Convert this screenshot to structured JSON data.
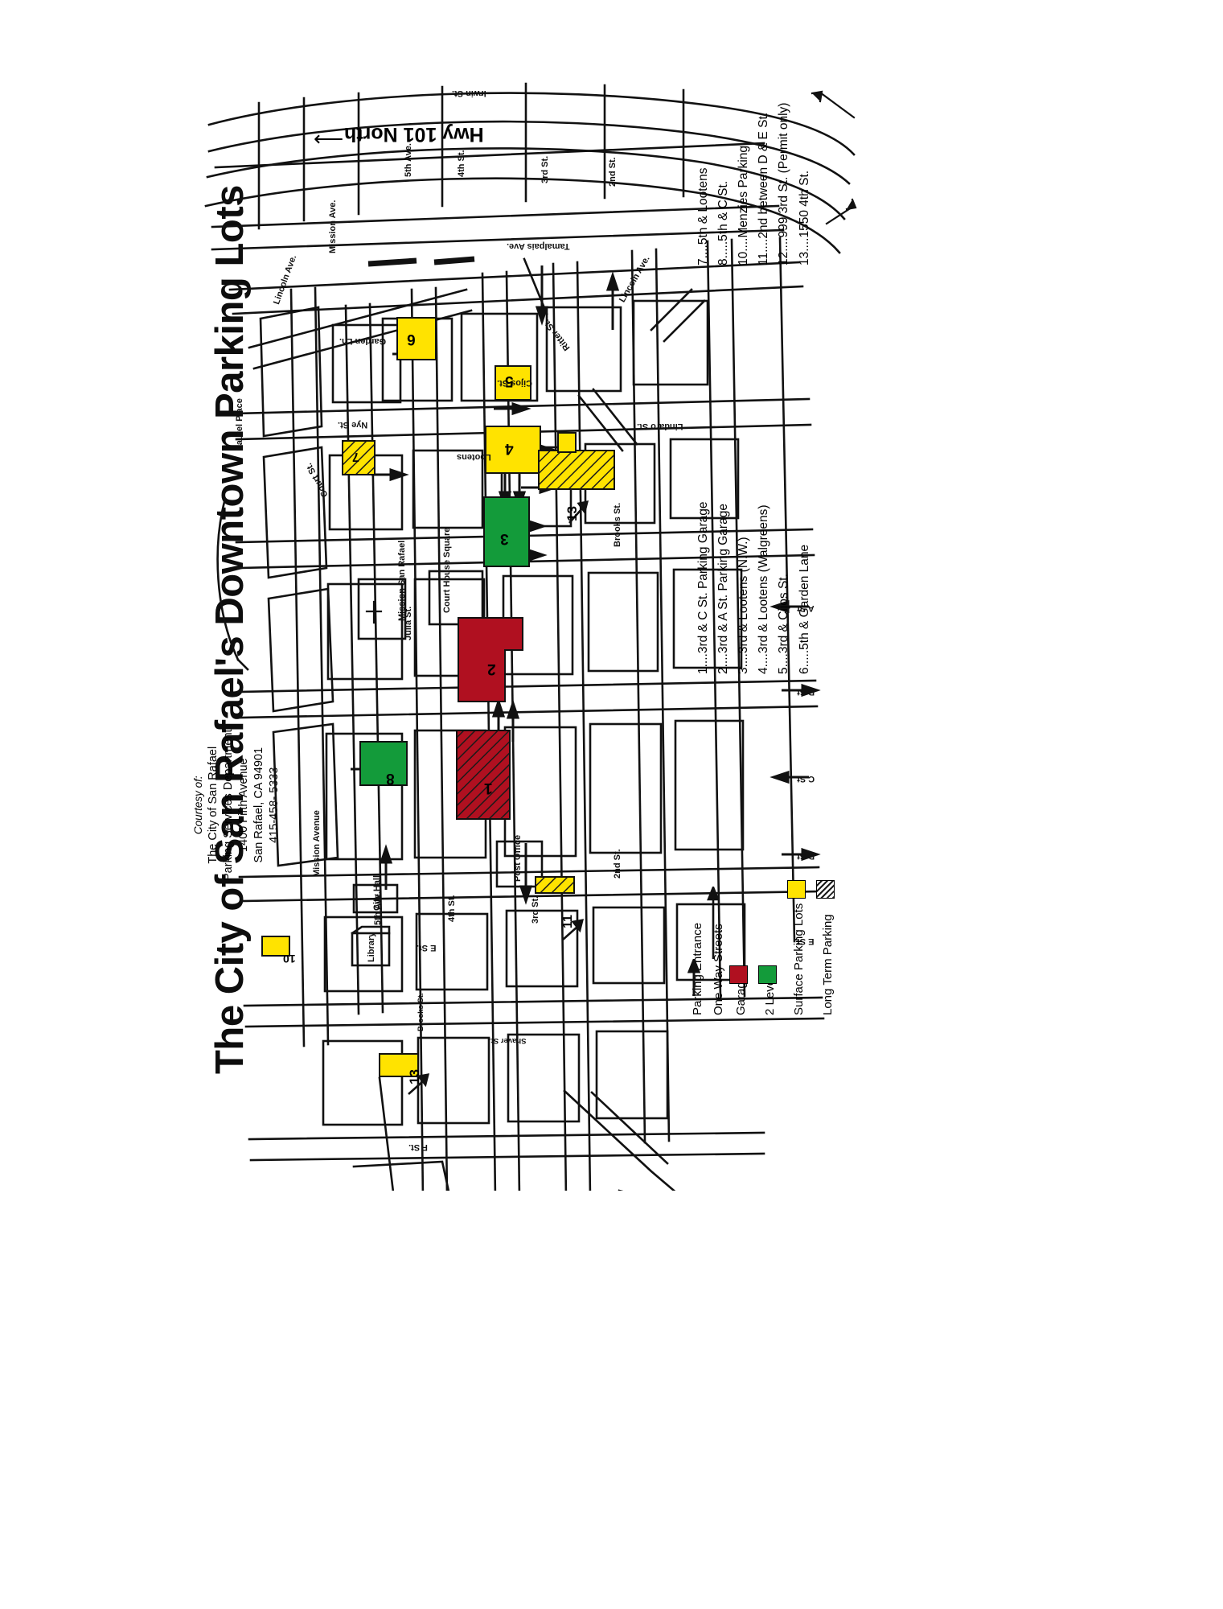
{
  "document": {
    "title": "The City of San Rafael's Downtown Parking Lots"
  },
  "courtesy": {
    "line_italic": "Courtesy of:",
    "line1": "The City of San Rafael",
    "line2": "Parking Services Department",
    "line3": "1400 Fifth Avenue",
    "line4": "San Rafael, CA 94901",
    "line5": "415-458- 5333"
  },
  "lot_list_primary": [
    "1....3rd & C St. Parking Garage",
    "2....3rd & A St. Parking Garage",
    "3....3rd & Lootens (N.W.)",
    "4....3rd & Lootens (Walgreens)",
    "5....3rd & Cijos St.",
    "6.....5th & Garden Lane"
  ],
  "lot_list_secondary": [
    "7....5th & Lootens",
    "8.....5th & C St.",
    "10....Menzies Parking",
    "11....2nd between D & E St.",
    "12....999 3rd St. (Permit only)",
    "13....1550 4th St."
  ],
  "key": {
    "parking_entrance": "Parking Entrance",
    "one_way_streets": "One Way Streets",
    "garage": "Garage",
    "two_levels": "2 Levels",
    "surface_lots": "Surface Parking Lots",
    "long_term": "Long Term Parking",
    "colors": {
      "garage": "#b01020",
      "two_levels": "#139b3a",
      "surface": "#ffe300",
      "long_term_hatch": "#ffe300"
    }
  },
  "map": {
    "highway_label": "Hwy 101 North",
    "streets_top": [
      "Irwin St.",
      "5th Ave.",
      "4th St.",
      "3rd St.",
      "2nd St."
    ],
    "street_labels": [
      "Mission Ave.",
      "Lincoln Ave.",
      "Garden Ln.",
      "Nye St.",
      "Laurel Place",
      "Court St.",
      "Julia St.",
      "Cijos St.",
      "Ritter St.",
      "Lootens",
      "Lindaro St.",
      "Tamalpais Ave.",
      "Brooks St.",
      "Lincoln Ave.",
      "Mission Avenue",
      "5th Ave.",
      "4th St.",
      "3rd St.",
      "2nd St.",
      "Brooks St.",
      "Shaver St."
    ],
    "cross_streets": [
      "A St.",
      "B St.",
      "C St.",
      "D St.",
      "E St.",
      "F St."
    ],
    "places": [
      "Mission San Rafael",
      "Court House Square",
      "City Hall",
      "Library",
      "Post Office"
    ],
    "lot_markers": [
      {
        "id": "1",
        "type": "garage"
      },
      {
        "id": "2",
        "type": "garage"
      },
      {
        "id": "3",
        "type": "two_levels"
      },
      {
        "id": "4",
        "type": "surface"
      },
      {
        "id": "5",
        "type": "surface"
      },
      {
        "id": "6",
        "type": "surface"
      },
      {
        "id": "7",
        "type": "long_term"
      },
      {
        "id": "8",
        "type": "two_levels"
      },
      {
        "id": "10",
        "type": "surface"
      },
      {
        "id": "11",
        "type": "long_term"
      },
      {
        "id": "12",
        "type": "long_term"
      },
      {
        "id": "13",
        "type": "surface"
      }
    ]
  }
}
